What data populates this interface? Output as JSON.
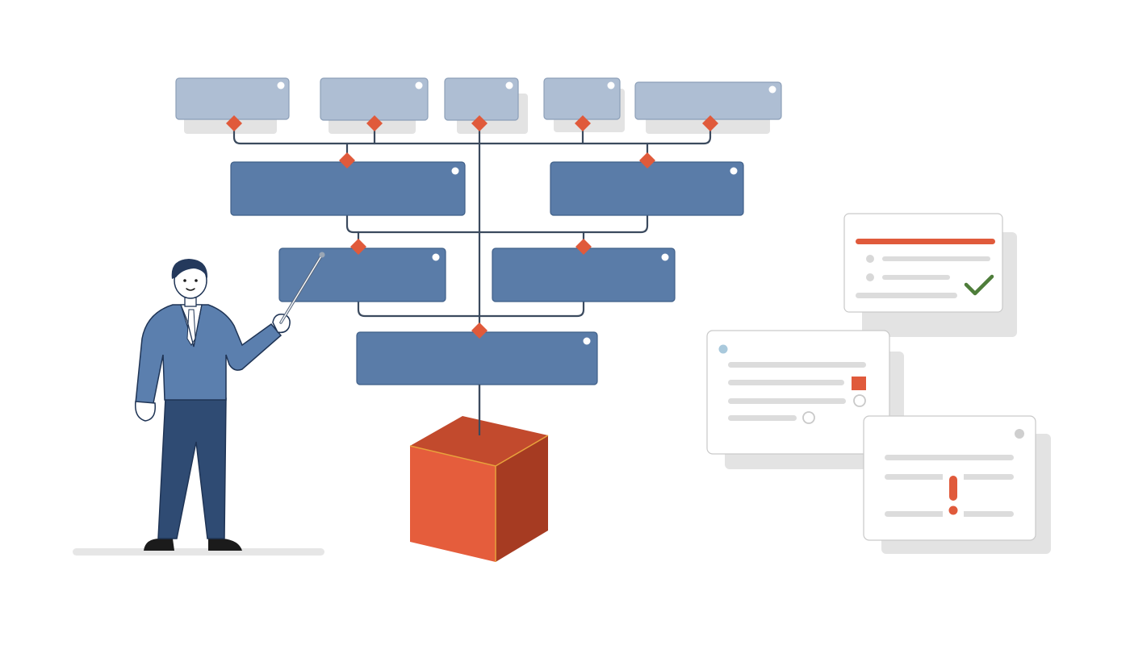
{
  "colors": {
    "background": "#ffffff",
    "top_node_fill": "#aebed3",
    "top_node_stroke": "#8c9fb8",
    "node_fill": "#5a7ca8",
    "node_stroke": "#3f5f88",
    "shadow": "#e3e3e3",
    "connector": "#3b4a5e",
    "diamond": "#e05a3b",
    "cube_front": "#e55d3c",
    "cube_top": "#c24a2d",
    "cube_side": "#a63b22",
    "card_fill": "#ffffff",
    "card_stroke": "#c9c9c9",
    "card_line": "#dcdcdc",
    "accent_red": "#e05a3b",
    "check_green": "#4e7d3a",
    "dot_blue": "#a9c9dc",
    "person_suit": "#5b7fae",
    "person_pants": "#2f4b73",
    "person_hair": "#24395c",
    "skin": "#ffffff"
  },
  "diagram": {
    "tiers": [
      {
        "level": 1,
        "nodes": 5
      },
      {
        "level": 2,
        "nodes": 2
      },
      {
        "level": 3,
        "nodes": 2
      },
      {
        "level": 4,
        "nodes": 1
      }
    ],
    "root": "cube"
  },
  "cards": [
    {
      "name": "card-approved",
      "status_icon": "check-icon"
    },
    {
      "name": "card-checklist",
      "status_icon": "square-icon"
    },
    {
      "name": "card-warning",
      "status_icon": "exclamation-icon"
    }
  ],
  "figure": {
    "name": "presenter",
    "prop": "pointer-stick"
  }
}
